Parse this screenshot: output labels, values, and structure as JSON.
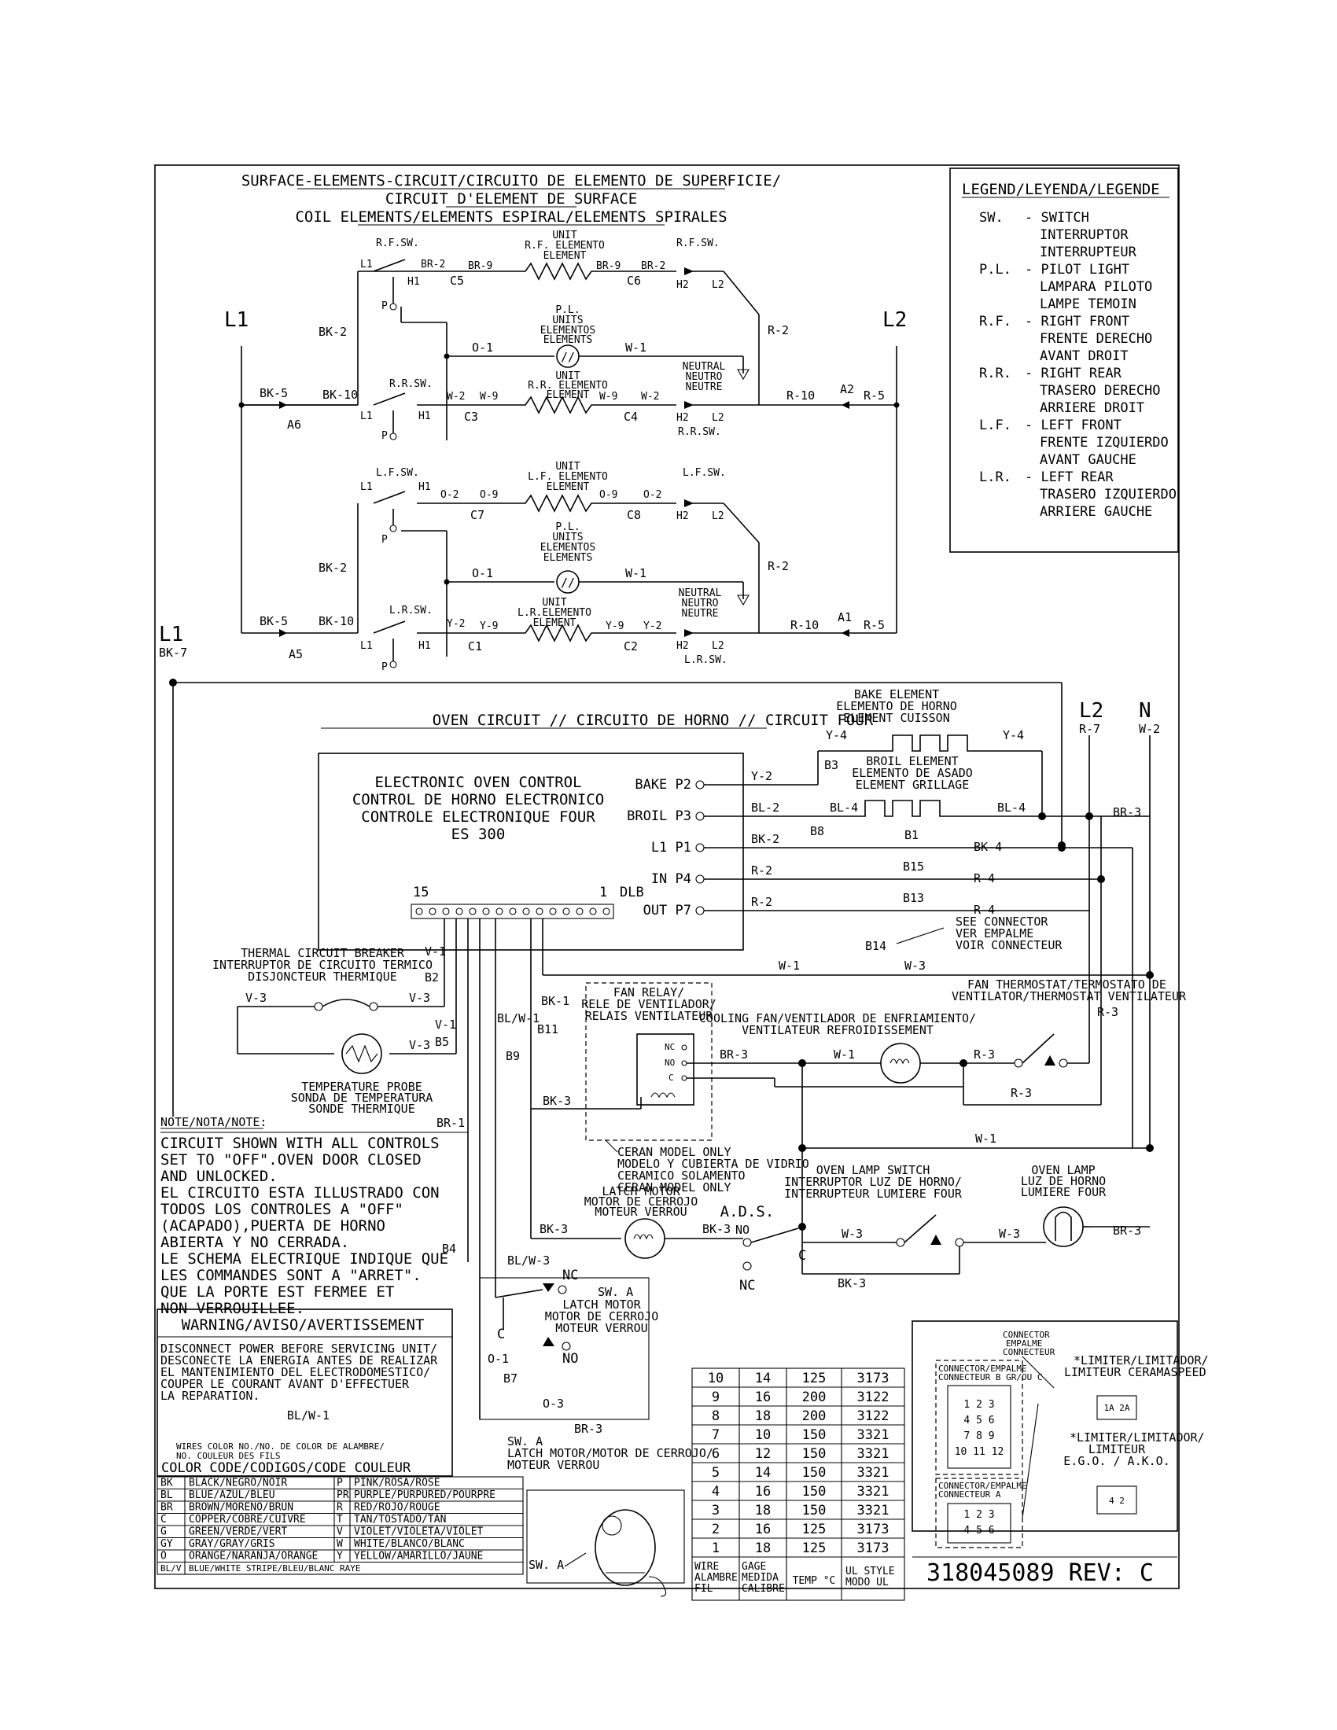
{
  "surface": {
    "title1": "SURFACE-ELEMENTS-CIRCUIT/CIRCUITO DE ELEMENTO DE SUPERFICIE/",
    "title2": "CIRCUIT D'ELEMENT DE SURFACE",
    "title3": "COIL ELEMENTS/ELEMENTS ESPIRAL/ELEMENTS SPIRALES",
    "L1": "L1",
    "L2": "L2",
    "rf_sw": "R.F.SW.",
    "rr_sw": "R.R.SW.",
    "lf_sw": "L.F.SW.",
    "lr_sw": "L.R.SW.",
    "unit": "UNIT",
    "elemento": "ELEMENTO",
    "element": "ELEMENT",
    "rf_elemento": "R.F. ELEMENTO",
    "rr_elemento": "R.R. ELEMENTO",
    "lf_elemento": "L.F. ELEMENTO",
    "lr_elemento": "L.R.ELEMENTO",
    "pl": "P.L.",
    "units": "UNITS",
    "elementos": "ELEMENTOS",
    "elements": "ELEMENTS",
    "neutral": "NEUTRAL",
    "neutro": "NEUTRO",
    "neutre": "NEUTRE",
    "wires": {
      "br2": "BR-2",
      "br9": "BR-9",
      "bk2": "BK-2",
      "bk5": "BK-5",
      "bk10": "BK-10",
      "o1": "O-1",
      "w1": "W-1",
      "w2": "W-2",
      "w9": "W-9",
      "r2": "R-2",
      "r10": "R-10",
      "r5": "R-5",
      "o2": "O-2",
      "o9": "O-9",
      "y2": "Y-2",
      "y9": "Y-9"
    },
    "conn": {
      "c5": "C5",
      "c6": "C6",
      "c3": "C3",
      "c4": "C4",
      "c7": "C7",
      "c8": "C8",
      "c1": "C1",
      "c2": "C2",
      "a6": "A6",
      "a2": "A2",
      "a5": "A5",
      "a1": "A1"
    },
    "term": {
      "l1": "L1",
      "l2": "L2",
      "h1": "H1",
      "h2": "H2",
      "p": "P"
    }
  },
  "legend": {
    "title": "LEGEND/LEYENDA/LEGENDE",
    "entries": [
      {
        "abbr": "SW.",
        "lines": [
          "- SWITCH",
          "INTERRUPTOR",
          "INTERRUPTEUR"
        ]
      },
      {
        "abbr": "P.L.",
        "lines": [
          "- PILOT LIGHT",
          "LAMPARA PILOTO",
          "LAMPE TEMOIN"
        ]
      },
      {
        "abbr": "R.F.",
        "lines": [
          "- RIGHT FRONT",
          "FRENTE DERECHO",
          "AVANT DROIT"
        ]
      },
      {
        "abbr": "R.R.",
        "lines": [
          "- RIGHT REAR",
          "TRASERO DERECHO",
          "ARRIERE DROIT"
        ]
      },
      {
        "abbr": "L.F.",
        "lines": [
          "- LEFT FRONT",
          "FRENTE IZQUIERDO",
          "AVANT GAUCHE"
        ]
      },
      {
        "abbr": "L.R.",
        "lines": [
          "- LEFT REAR",
          "TRASERO IZQUIERDO",
          "ARRIERE GAUCHE"
        ]
      }
    ]
  },
  "oven": {
    "L1": "L1",
    "bk7": "BK-7",
    "L2": "L2",
    "r7": "R-7",
    "N": "N",
    "w2": "W-2",
    "title": "OVEN CIRCUIT // CIRCUITO DE HORNO // CIRCUIT FOUR",
    "control": [
      "ELECTRONIC OVEN CONTROL",
      "CONTROL DE HORNO ELECTRONICO",
      "CONTROLE ELECTRONIQUE FOUR",
      "ES 300"
    ],
    "pins": [
      "BAKE P2",
      "BROIL P3",
      "L1 P1",
      "IN P4",
      "OUT P7"
    ],
    "dlb_15": "15",
    "dlb_1": "1",
    "dlb": "DLB",
    "bake_element": [
      "BAKE ELEMENT",
      "ELEMENTO DE HORNO",
      "ELEMENT CUISSON"
    ],
    "broil_element": [
      "BROIL ELEMENT",
      "ELEMENTO DE ASADO",
      "ELEMENT GRILLAGE"
    ],
    "wires": {
      "y4": "Y-4",
      "y2": "Y-2",
      "bl2": "BL-2",
      "bl4": "BL-4",
      "bk2": "BK-2",
      "bk4": "BK-4",
      "r2": "R-2",
      "r4": "R-4",
      "br3": "BR-3",
      "w1": "W-1",
      "w3": "W-3",
      "r3": "R-3",
      "v1": "V-1",
      "v3": "V-3",
      "bk1": "BK-1",
      "blw1": "BL/W-1",
      "bk3": "BK-3",
      "br1": "BR-1",
      "blw3": "BL/W-3",
      "o1": "O-1",
      "o3": "O-3"
    },
    "conn": {
      "b3": "B3",
      "b8": "B8",
      "b1": "B1",
      "b15": "B15",
      "b13": "B13",
      "b14": "B14",
      "b2": "B2",
      "b5": "B5",
      "b11": "B11",
      "b9": "B9",
      "b4": "B4",
      "b7": "B7"
    },
    "see_connector": [
      "SEE CONNECTOR",
      "VER EMPALME",
      "VOIR CONNECTEUR"
    ],
    "fan_thermostat": [
      "FAN THERMOSTAT/TERMOSTATO DE",
      "VENTILATOR/THERMOSTAT VENTILATEUR"
    ],
    "breaker": [
      "THERMAL CIRCUIT BREAKER",
      "INTERRUPTOR DE CIRCUITO TERMICO",
      "DISJONCTEUR THERMIQUE"
    ],
    "probe": [
      "TEMPERATURE PROBE",
      "SONDA DE TEMPERATURA",
      "SONDE THERMIQUE"
    ],
    "fan_relay": [
      "FAN RELAY/",
      "RELE DE VENTILADOR/",
      "RELAIS VENTILATEUR"
    ],
    "relay_nc": "NC",
    "relay_no": "NO",
    "relay_c": "C",
    "cooling_fan": [
      "COOLING FAN/VENTILADOR DE ENFRIAMIENTO/",
      "VENTILATEUR REFROIDISSEMENT"
    ],
    "ceran": [
      "CERAN MODEL ONLY",
      "MODELO Y CUBIERTA DE VIDRIO",
      "CERAMICO SOLAMENTO",
      "CERAN MODEL ONLY"
    ],
    "latch_motor": [
      "LATCH MOTOR",
      "MOTOR DE CERROJO",
      "MOTEUR VERROU"
    ],
    "ads": "A.D.S.",
    "nc": "NC",
    "no": "NO",
    "c": "C",
    "lamp_switch": [
      "OVEN LAMP SWITCH",
      "INTERRUPTOR LUZ DE HORNO/",
      "INTERRUPTEUR LUMIERE FOUR"
    ],
    "lamp": [
      "OVEN LAMP",
      "LUZ DE HORNO",
      "LUMIERE FOUR"
    ],
    "swa": [
      "SW. A",
      "LATCH MOTOR",
      "MOTOR DE CERROJO",
      "MOTEUR VERROU"
    ],
    "swa_bottom": [
      "SW. A",
      "LATCH MOTOR/MOTOR DE CERROJO/",
      "MOTEUR VERROU"
    ],
    "swa_label": "SW. A"
  },
  "note": {
    "heading": "NOTE/NOTA/NOTE:",
    "lines": [
      "CIRCUIT SHOWN WITH ALL CONTROLS",
      "SET TO \"OFF\".OVEN DOOR CLOSED",
      "AND UNLOCKED.",
      "EL CIRCUITO ESTA ILLUSTRADO CON",
      "TODOS LOS CONTROLES A \"OFF\"",
      "(ACAPADO),PUERTA DE HORNO",
      "ABIERTA Y NO CERRADA.",
      "LE SCHEMA ELECTRIQUE INDIQUE QUE",
      "LES COMMANDES SONT A \"ARRET\".",
      "QUE LA PORTE EST FERMEE ET",
      "NON VERROUILLEE."
    ]
  },
  "warning": {
    "title": "WARNING/AVISO/AVERTISSEMENT",
    "lines": [
      "DISCONNECT POWER BEFORE SERVICING UNIT/",
      "DESCONECTE LA ENERGIA ANTES DE REALIZAR",
      "EL MANTENIMIENTO DEL ELECTRODOMESTICO/",
      "COUPER LE COURANT AVANT D'EFFECTUER",
      "LA REPARATION."
    ],
    "example": "BL/W-1",
    "example_note": [
      "WIRES COLOR NO./NO. DE COLOR DE ALAMBRE/",
      "NO. COULEUR DES FILS"
    ]
  },
  "color_code": {
    "title": "COLOR CODE/CODIGOS/CODE COULEUR",
    "rows": [
      [
        "BK",
        "BLACK/NEGRO/NOIR",
        "P",
        "PINK/ROSA/ROSE"
      ],
      [
        "BL",
        "BLUE/AZUL/BLEU",
        "PR",
        "PURPLE/PURPURED/POURPRE"
      ],
      [
        "BR",
        "BROWN/MORENO/BRUN",
        "R",
        "RED/ROJO/ROUGE"
      ],
      [
        "C",
        "COPPER/COBRE/CUIVRE",
        "T",
        "TAN/TOSTADO/TAN"
      ],
      [
        "G",
        "GREEN/VERDE/VERT",
        "V",
        "VIOLET/VIOLETA/VIOLET"
      ],
      [
        "GY",
        "GRAY/GRAY/GRIS",
        "W",
        "WHITE/BLANCO/BLANC"
      ],
      [
        "O",
        "ORANGE/NARANJA/ORANGE",
        "Y",
        "YELLOW/AMARILLO/JAUNE"
      ]
    ],
    "last_abbr": "BL/V",
    "last_desc": "BLUE/WHITE STRIPE/BLEU/BLANC RAYE"
  },
  "wire_table": {
    "rows": [
      [
        "10",
        "14",
        "125",
        "3173"
      ],
      [
        "9",
        "16",
        "200",
        "3122"
      ],
      [
        "8",
        "18",
        "200",
        "3122"
      ],
      [
        "7",
        "10",
        "150",
        "3321"
      ],
      [
        "6",
        "12",
        "150",
        "3321"
      ],
      [
        "5",
        "14",
        "150",
        "3321"
      ],
      [
        "4",
        "16",
        "150",
        "3321"
      ],
      [
        "3",
        "18",
        "150",
        "3321"
      ],
      [
        "2",
        "16",
        "125",
        "3173"
      ],
      [
        "1",
        "18",
        "125",
        "3173"
      ]
    ],
    "h1": [
      "WIRE",
      "ALAMBRE",
      "FIL"
    ],
    "h2": [
      "GAGE",
      "MEDIDA",
      "CALIBRE"
    ],
    "h3": "TEMP °C",
    "h4": [
      "UL STYLE",
      "MODO UL"
    ]
  },
  "connector_panel": {
    "top": [
      "CONNECTOR",
      "EMPALME",
      "CONNECTEUR"
    ],
    "b_label": [
      "CONNECTOR/EMPALME",
      "CONNECTEUR B GR/OU C"
    ],
    "a_label": [
      "CONNECTOR/EMPALME",
      "CONNECTEUR A"
    ],
    "lim1": [
      "*LIMITER/LIMITADOR/",
      "LIMITEUR CERAMASPEED"
    ],
    "lim2": [
      "*LIMITER/LIMITADOR/",
      "LIMITEUR",
      "E.G.O. / A.K.O."
    ]
  },
  "doc_number": "318045089  REV: C"
}
